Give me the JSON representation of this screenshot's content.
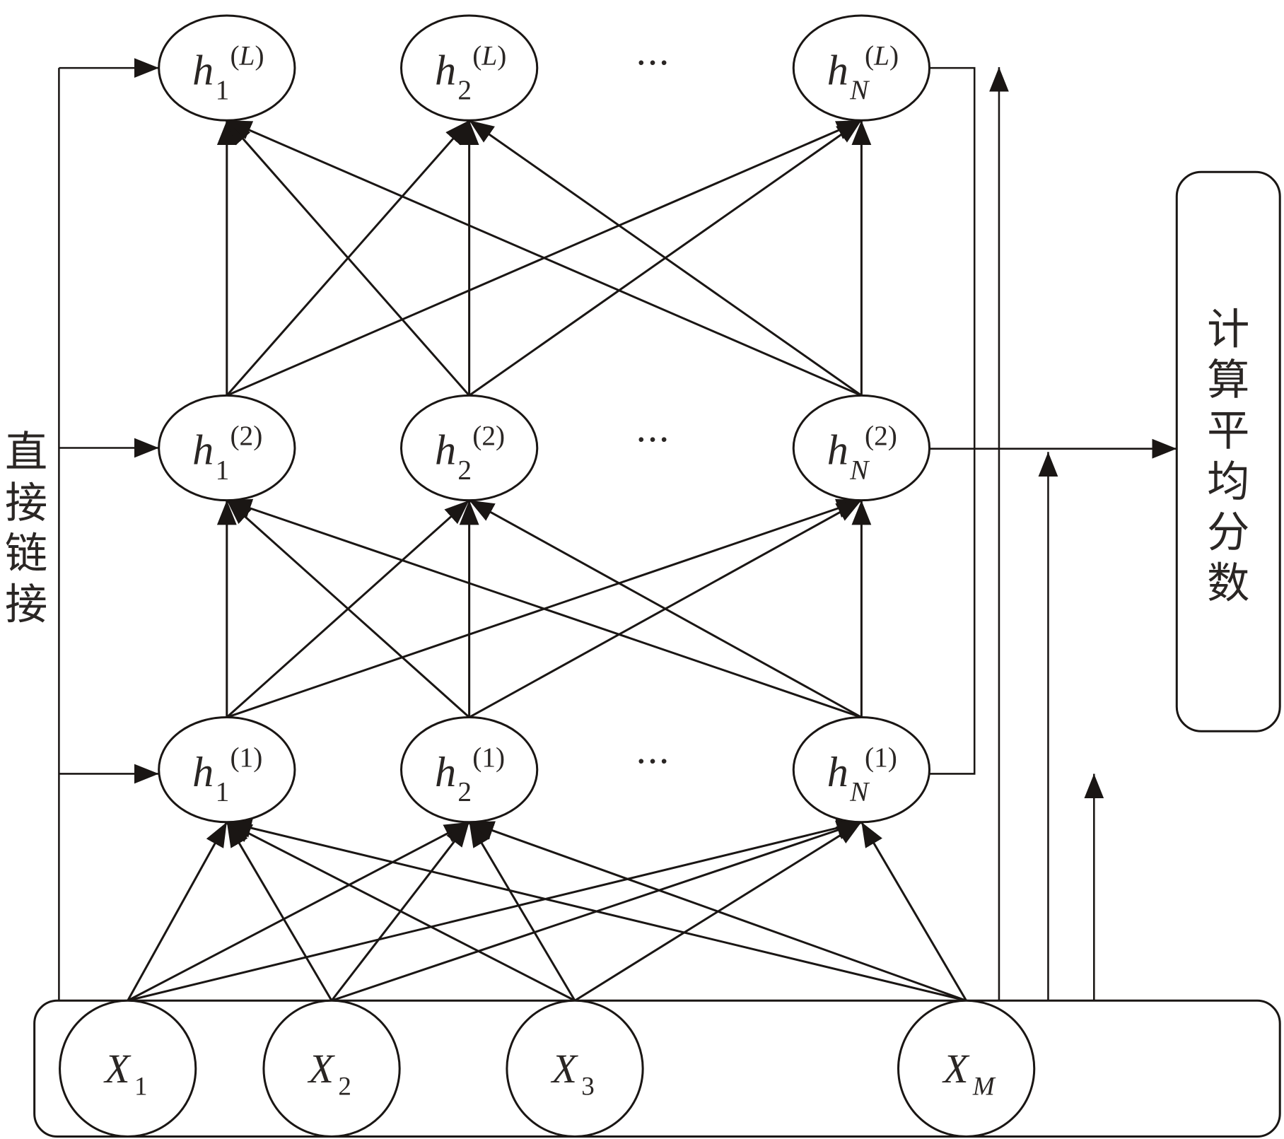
{
  "diagram": {
    "type": "neural-network-architecture",
    "left_label": "直接链接",
    "right_box_label": "计算平均分数",
    "ellipsis": "···",
    "colors": {
      "stroke": "#1a1614",
      "text": "#2a2624",
      "background": "#ffffff"
    },
    "hidden_layers": [
      {
        "layer": "L",
        "nodes": [
          {
            "base": "h",
            "sub": "1",
            "sup": "(L)"
          },
          {
            "base": "h",
            "sub": "2",
            "sup": "(L)"
          },
          {
            "base": "h",
            "sub": "N",
            "sup": "(L)"
          }
        ]
      },
      {
        "layer": "2",
        "nodes": [
          {
            "base": "h",
            "sub": "1",
            "sup": "(2)"
          },
          {
            "base": "h",
            "sub": "2",
            "sup": "(2)"
          },
          {
            "base": "h",
            "sub": "N",
            "sup": "(2)"
          }
        ]
      },
      {
        "layer": "1",
        "nodes": [
          {
            "base": "h",
            "sub": "1",
            "sup": "(1)"
          },
          {
            "base": "h",
            "sub": "2",
            "sup": "(1)"
          },
          {
            "base": "h",
            "sub": "N",
            "sup": "(1)"
          }
        ]
      }
    ],
    "input_nodes": [
      {
        "base": "X",
        "sub": "1"
      },
      {
        "base": "X",
        "sub": "2"
      },
      {
        "base": "X",
        "sub": "3"
      },
      {
        "base": "X",
        "sub": "M"
      }
    ],
    "connections": "fully-connected between adjacent layers; direct links from input to every hidden layer; outputs of all hidden layers aggregated into average-score box"
  }
}
